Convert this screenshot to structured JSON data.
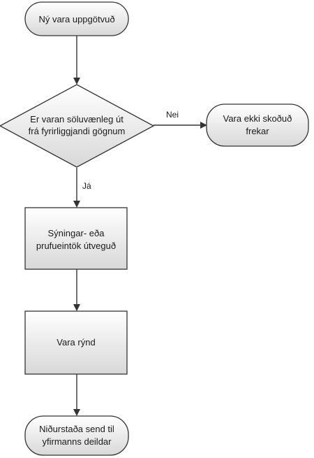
{
  "diagram": {
    "nodes": {
      "start": {
        "lines": [
          "Ný vara uppgötvuð"
        ]
      },
      "decision": {
        "lines": [
          "Er varan söluvænleg út",
          "frá fyrirliggjandi gögnum"
        ]
      },
      "reject": {
        "lines": [
          "Vara ekki skoðuð",
          "frekar"
        ]
      },
      "samples": {
        "lines": [
          "Sýningar- eða",
          "prufueintök útveguð"
        ]
      },
      "review": {
        "lines": [
          "Vara rýnd"
        ]
      },
      "result": {
        "lines": [
          "Niðurstaða send til",
          "yfirmanns deildar"
        ]
      }
    },
    "edges": {
      "no_label": "Nei",
      "yes_label": "Já"
    },
    "colors": {
      "shape_fill_top": "#ffffff",
      "shape_fill_bottom": "#dcdcdc",
      "stroke": "#333333",
      "text": "#1a1a1a"
    }
  }
}
